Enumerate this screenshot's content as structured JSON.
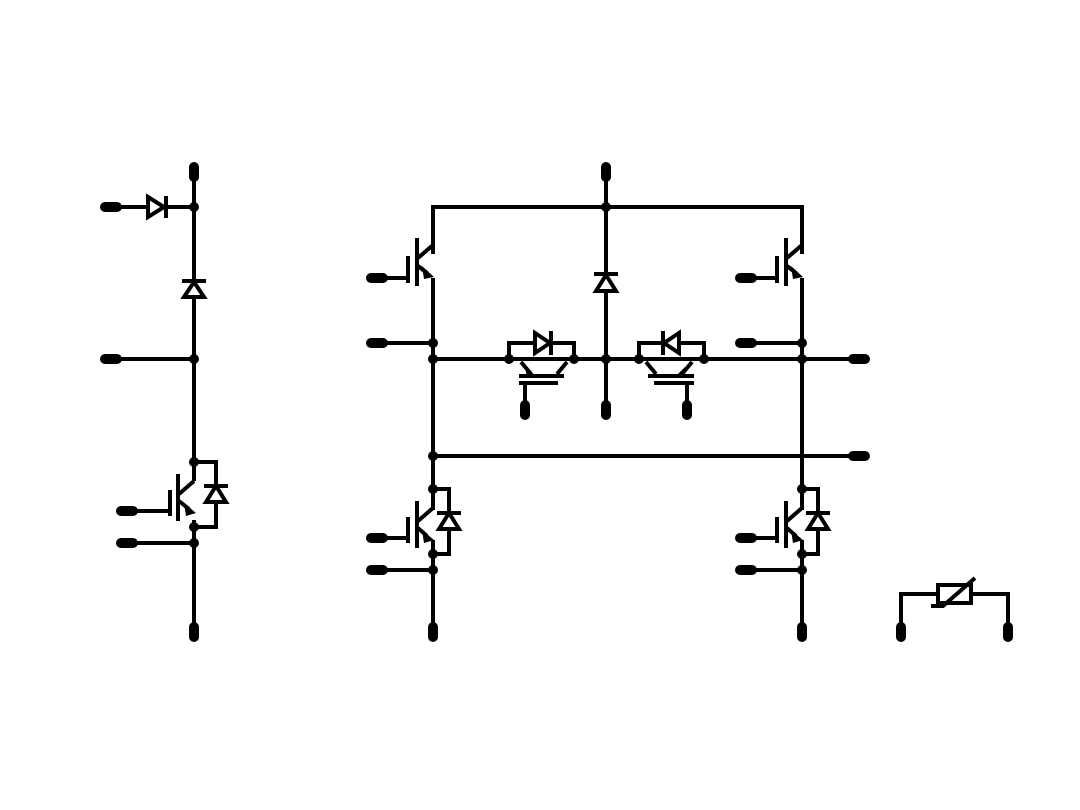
{
  "diagram": {
    "kind": "power-module-schematic",
    "background": "#ffffff",
    "ink": "#000000",
    "sections": [
      {
        "name": "boost-chopper",
        "components": [
          "input-diode",
          "boost-diode",
          "igbt-with-freewheel-diode"
        ]
      },
      {
        "name": "t-type-phase-leg",
        "components": [
          "upper-left-igbt",
          "upper-right-igbt",
          "neutral-diode",
          "bidirectional-switch-left",
          "bidirectional-switch-right",
          "lower-left-igbt",
          "lower-right-igbt"
        ]
      },
      {
        "name": "ntc-thermistor",
        "components": [
          "thermistor"
        ]
      }
    ]
  }
}
